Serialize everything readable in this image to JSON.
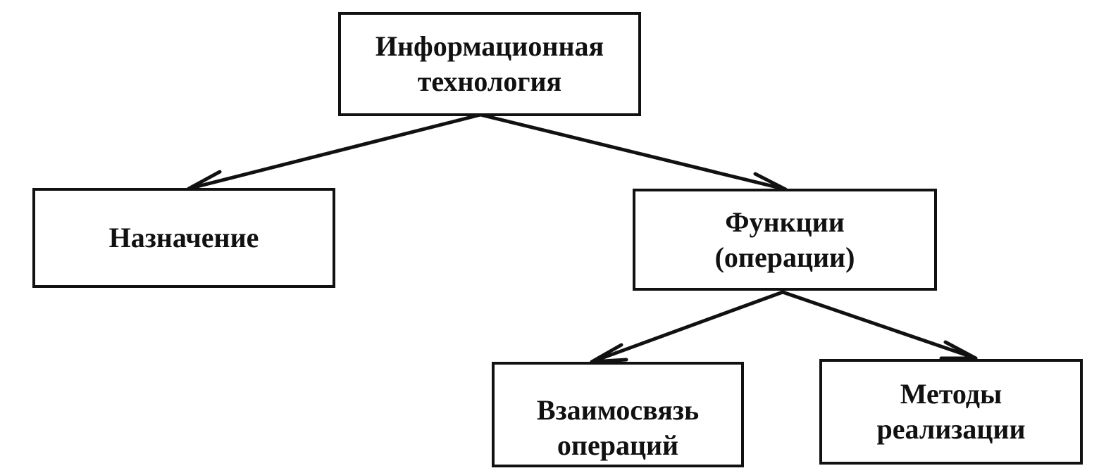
{
  "diagram": {
    "type": "hierarchy",
    "nodes": {
      "root": "Информационная\nтехнология",
      "purpose": "Назначение",
      "functions": "Функции\n(операции)",
      "interrelation": "Взаимосвязь\nопераций",
      "methods": "Методы\nреализации"
    },
    "edges": [
      {
        "from": "root",
        "to": "purpose",
        "arrow": "end"
      },
      {
        "from": "root",
        "to": "functions",
        "arrow": "end"
      },
      {
        "from": "functions",
        "to": "interrelation",
        "arrow": "end"
      },
      {
        "from": "functions",
        "to": "methods",
        "arrow": "end"
      }
    ],
    "colors": {
      "stroke": "#111111",
      "fill": "#ffffff",
      "text": "#111111"
    }
  }
}
